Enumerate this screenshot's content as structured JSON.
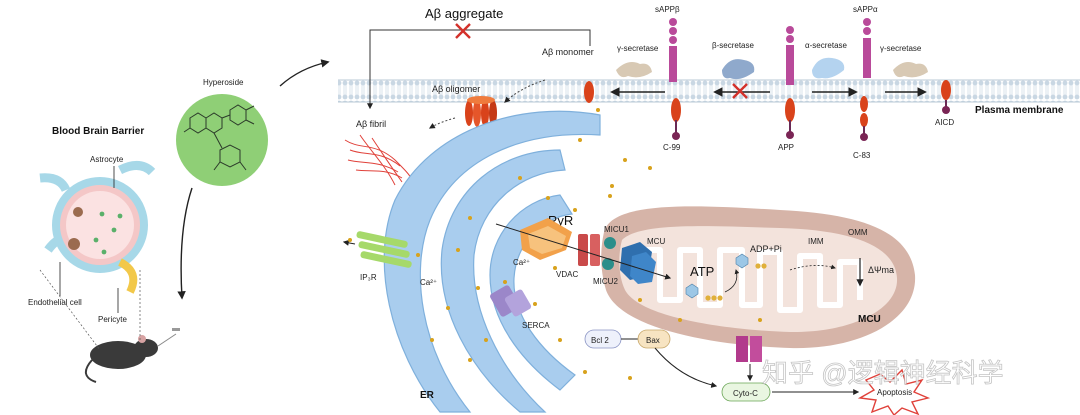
{
  "title": "Aβ aggregate",
  "labels": {
    "abeta_monomer": "Aβ monomer",
    "abeta_oligomer": "Aβ oligomer",
    "abeta_fibril": "Aβ fibril",
    "hyperoside": "Hyperoside",
    "bbb": "Blood Brain Barrier",
    "astrocyte": "Astrocyte",
    "endothelial": "Endothelial cell",
    "pericyte": "Pericyte",
    "gamma_secretase_left": "γ-secretase",
    "beta_secretase": "β-secretase",
    "alpha_secretase": "α-secretase",
    "gamma_secretase_right": "γ-secretase",
    "sappb": "sAPPβ",
    "sappa": "sAPPα",
    "c99": "C-99",
    "app": "APP",
    "c83": "C-83",
    "aicd": "AICD",
    "plasma_membrane": "Plasma membrane",
    "ryr": "RyR",
    "micu1": "MICU1",
    "micu2": "MICU2",
    "mcu_channel": "MCU",
    "vdac": "VDAC",
    "ca_er": "Ca²⁺",
    "ca_cyto": "Ca²⁺",
    "ip3r": "IP₃R",
    "serca": "SERCA",
    "er": "ER",
    "atp": "ATP",
    "adp_pi": "ADP+Pi",
    "imm": "IMM",
    "omm": "OMM",
    "delta_psi": "ΔΨma",
    "mcu_mito": "MCU",
    "bcl2": "Bcl 2",
    "bax": "Bax",
    "cyto_c": "Cyto-C",
    "apoptosis": "Apoptosis"
  },
  "watermark": "知乎 @逻辑神经科学",
  "colors": {
    "membrane": "#c9d7e3",
    "er": "#a9cdee",
    "er_edge": "#7fb0dc",
    "mito_outer": "#d6b4a8",
    "mito_inner": "#f3e3dc",
    "protein": "#b94a9a",
    "abeta": "#d9431b",
    "hyperoside_bg": "#8fcf76",
    "calcium": "#d8a21c",
    "mcu": "#2f6fae"
  }
}
